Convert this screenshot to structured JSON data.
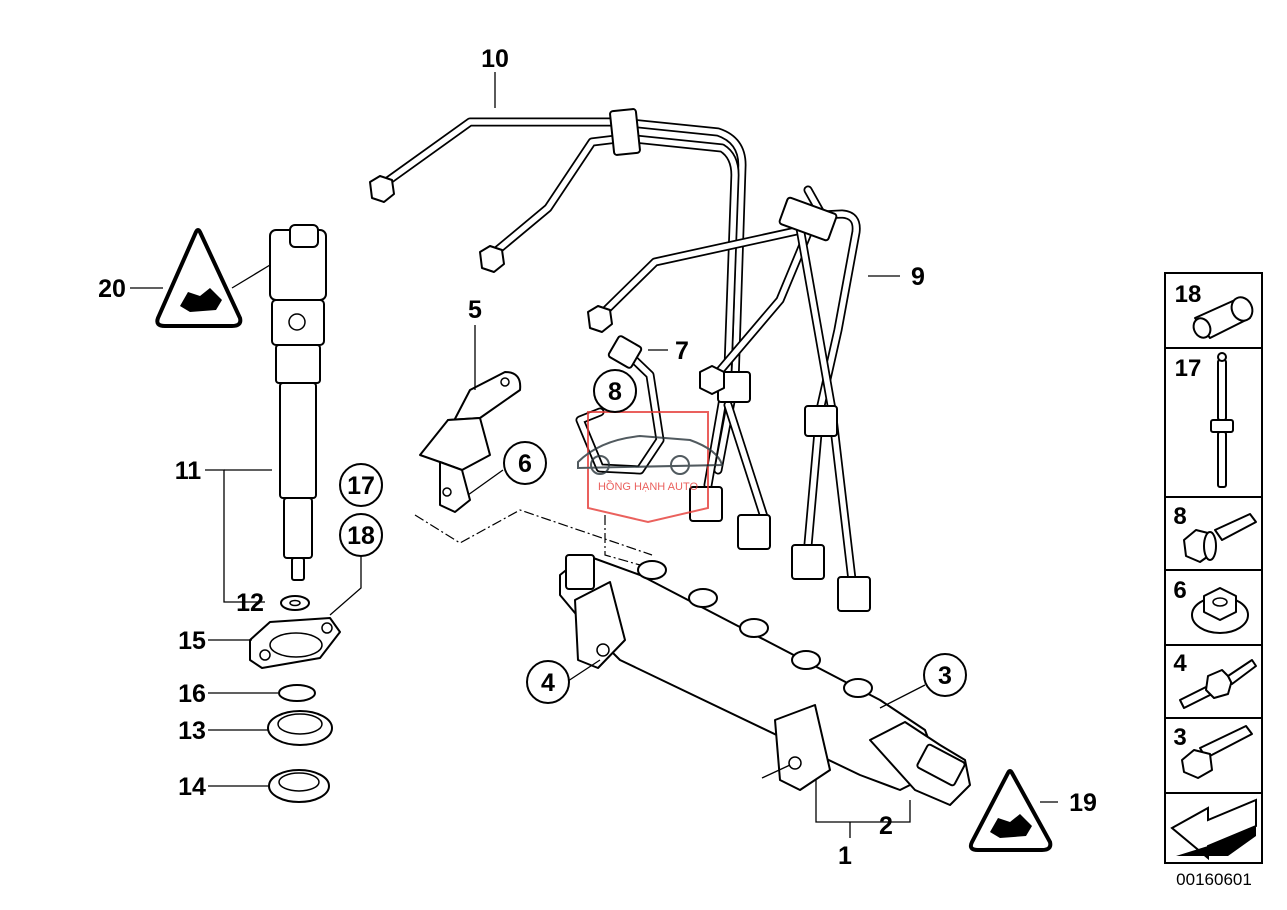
{
  "diagram": {
    "ref_number": "00160601",
    "watermark": "HỒNG HẠNH AUTO",
    "callouts": {
      "c1": "1",
      "c2": "2",
      "c3": "3",
      "c4": "4",
      "c5": "5",
      "c6": "6",
      "c7": "7",
      "c8": "8",
      "c9": "9",
      "c10": "10",
      "c11": "11",
      "c12": "12",
      "c13": "13",
      "c14": "14",
      "c15": "15",
      "c16": "16",
      "c17": "17",
      "c18": "18",
      "c19": "19",
      "c20": "20"
    },
    "parts_panel": [
      {
        "label": "18",
        "icon": "sleeve-icon"
      },
      {
        "label": "17",
        "icon": "stud-bolt-icon"
      },
      {
        "label": "8",
        "icon": "flange-bolt-icon"
      },
      {
        "label": "6",
        "icon": "hex-nut-icon"
      },
      {
        "label": "4",
        "icon": "stud-icon"
      },
      {
        "label": "3",
        "icon": "hex-bolt-icon"
      }
    ]
  }
}
